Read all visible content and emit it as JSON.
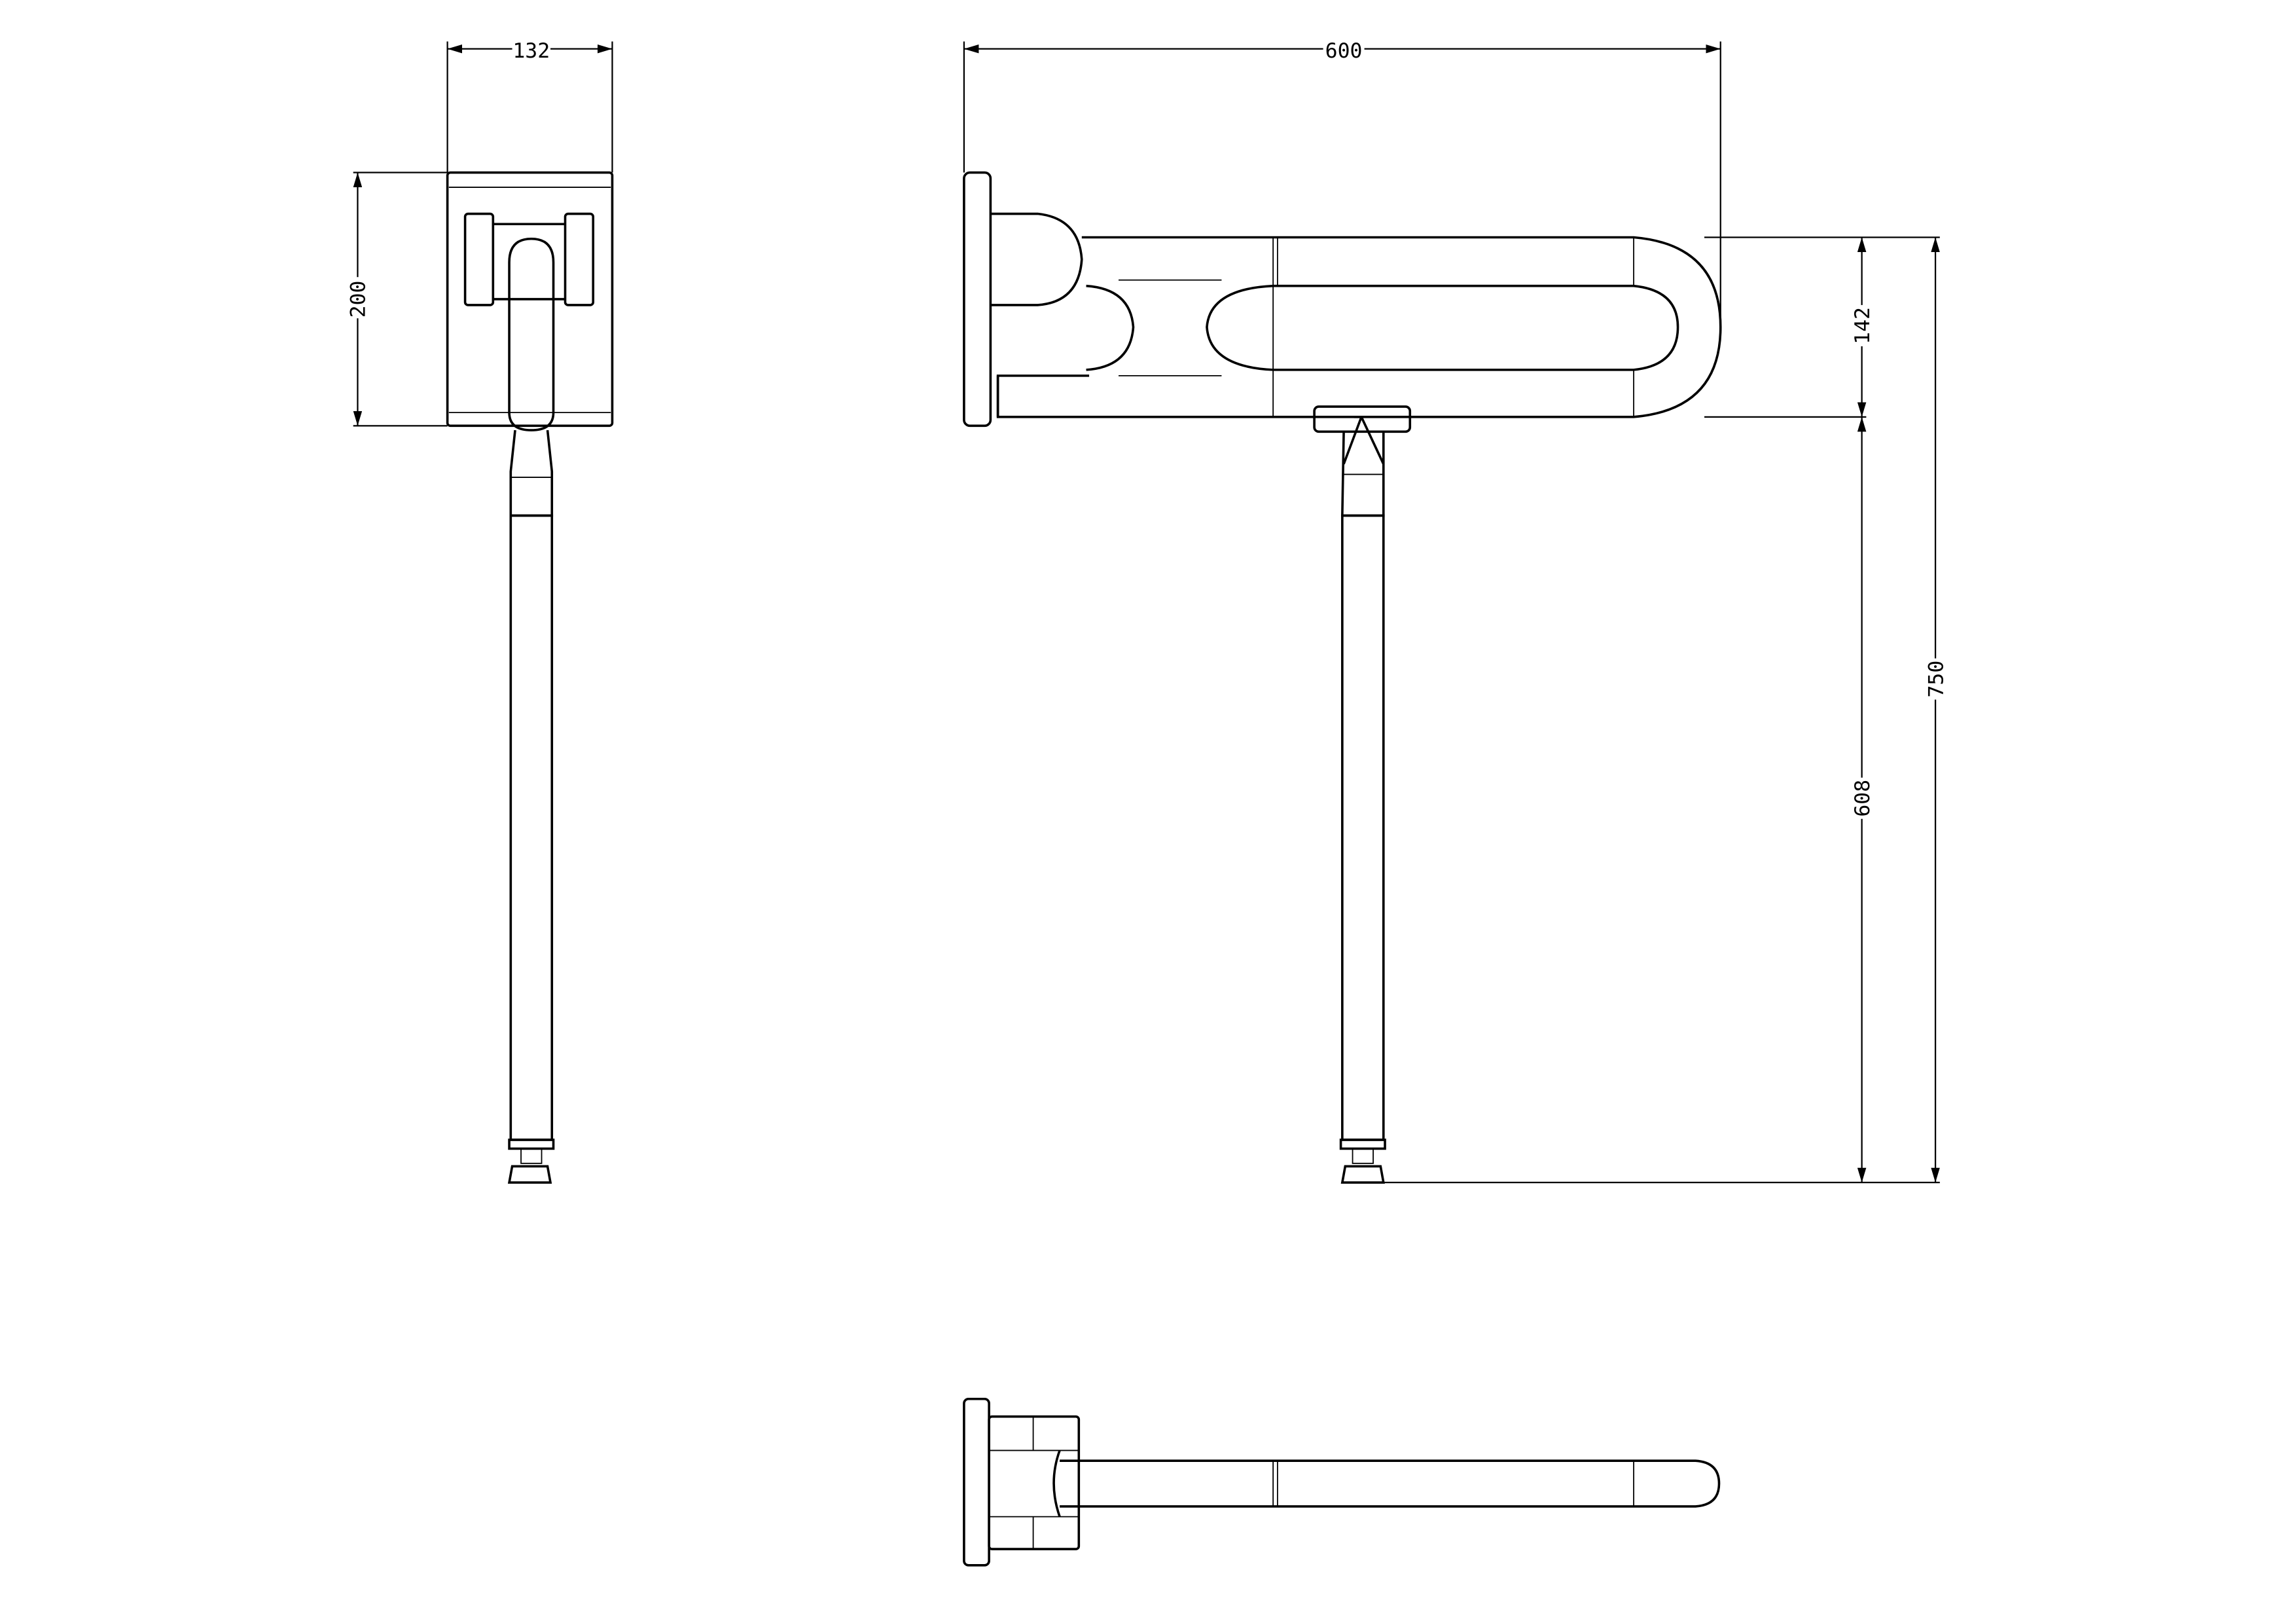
{
  "drawing": {
    "side_view": {
      "width_label": "132",
      "height_label": "200"
    },
    "front_view": {
      "length_label": "600",
      "bar_height_label": "142",
      "leg_height_label": "608",
      "total_height_label": "750"
    },
    "top_view": {}
  },
  "colors": {
    "line": "#000000",
    "background": "#ffffff"
  }
}
